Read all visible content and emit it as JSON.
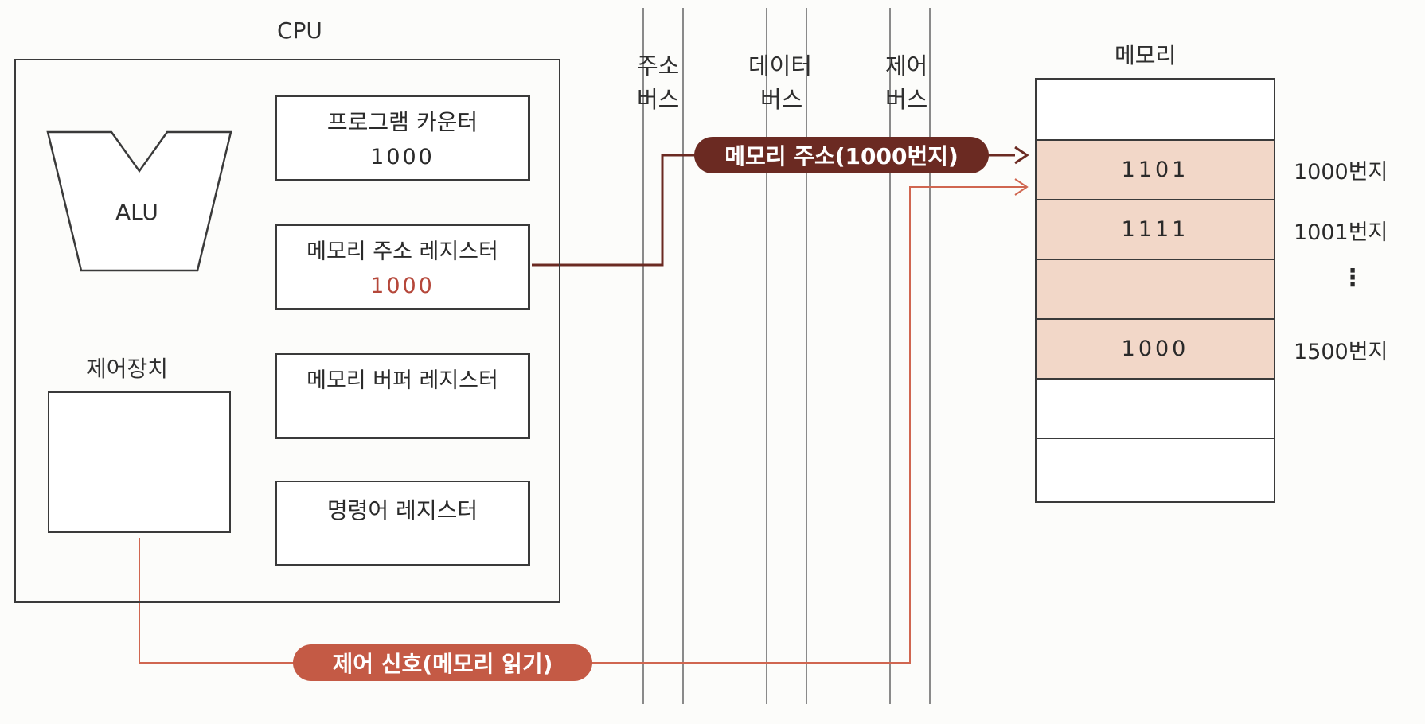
{
  "cpu": {
    "title": "CPU",
    "alu_label": "ALU",
    "control_unit_label": "제어장치",
    "registers": [
      {
        "name": "프로그램 카운터",
        "value": "1000"
      },
      {
        "name": "메모리 주소 레지스터",
        "value": "1000"
      },
      {
        "name": "메모리 버퍼 레지스터",
        "value": ""
      },
      {
        "name": "명령어 레지스터",
        "value": ""
      }
    ]
  },
  "buses": {
    "address": {
      "line1": "주소",
      "line2": "버스"
    },
    "data": {
      "line1": "데이터",
      "line2": "버스"
    },
    "control": {
      "line1": "제어",
      "line2": "버스"
    }
  },
  "memory": {
    "title": "메모리",
    "cells": [
      "",
      "1101",
      "1111",
      "",
      "1000",
      "",
      ""
    ],
    "addresses": {
      "a1000": "1000번지",
      "a1001": "1001번지",
      "ellipsis": "⋮",
      "a1500": "1500번지"
    }
  },
  "signals": {
    "memory_address": "메모리 주소(1000번지)",
    "control_signal": "제어 신호(메모리 읽기)"
  },
  "colors": {
    "address_signal": "#6b2a22",
    "control_signal": "#c45a45",
    "highlight_value": "#b5473a",
    "memory_highlight": "#f2d7c8"
  }
}
